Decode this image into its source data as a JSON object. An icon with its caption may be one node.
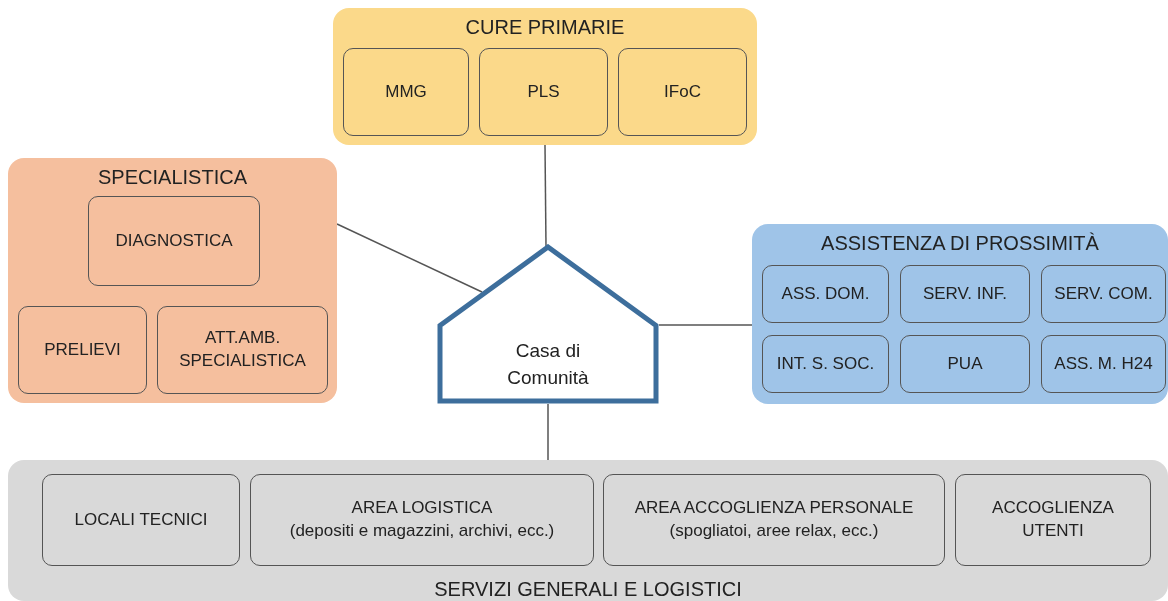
{
  "diagram": {
    "nodes": [
      {
        "text": [
          "CURE PRIMARIE"
        ]
      },
      {
        "text": [
          "MMG"
        ],
        "in": 0
      },
      {
        "text": [
          "PLS"
        ],
        "in": 0
      },
      {
        "text": [
          "IFoC"
        ],
        "in": 0
      },
      {
        "text": [
          "SPECIALISTICA"
        ]
      },
      {
        "text": [
          "DIAGNOSTICA"
        ],
        "in": 4
      },
      {
        "text": [
          "PRELIEVI"
        ],
        "in": 4
      },
      {
        "text": [
          "ATT.AMB. SPECIALISTICA"
        ],
        "in": 4
      },
      {
        "text": [
          "Casa di Comunità"
        ]
      },
      {
        "text": [
          "ASSISTENZA DI PROSSIMITÀ"
        ]
      },
      {
        "text": [
          "ASS. DOM."
        ],
        "in": 9
      },
      {
        "text": [
          "SERV. INF."
        ],
        "in": 9
      },
      {
        "text": [
          "SERV. COM."
        ],
        "in": 9
      },
      {
        "text": [
          "INT. S. SOC."
        ],
        "in": 9
      },
      {
        "text": [
          "PUA"
        ],
        "in": 9
      },
      {
        "text": [
          "ASS. M. H24"
        ],
        "in": 9
      },
      {
        "text": [
          "SERVIZI GENERALI E LOGISTICI"
        ]
      },
      {
        "text": [
          "LOCALI TECNICI"
        ],
        "in": 16
      },
      {
        "text": [
          "AREA LOGISTICA",
          "(depositi e magazzini, archivi, ecc.)"
        ],
        "in": 16
      },
      {
        "text": [
          "AREA ACCOGLIENZA PERSONALE",
          "(spogliatoi, aree relax, ecc.)"
        ],
        "in": 16
      },
      {
        "text": [
          "ACCOGLIENZA UTENTI"
        ],
        "in": 16
      }
    ],
    "edges": [
      {
        "from": 0,
        "to": 8,
        "arrow": "none"
      },
      {
        "from": 4,
        "to": 8,
        "arrow": "none"
      },
      {
        "from": 9,
        "to": 8,
        "arrow": "none"
      },
      {
        "from": 16,
        "to": 8,
        "arrow": "none"
      }
    ]
  }
}
